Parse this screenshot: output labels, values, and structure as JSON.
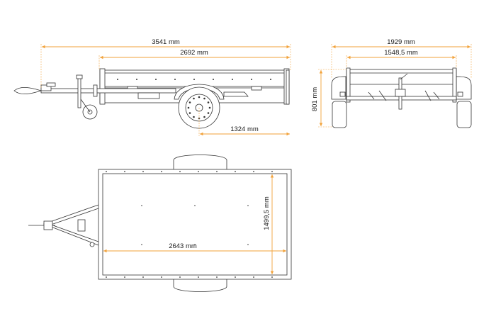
{
  "colors": {
    "dimension_line": "#f2a23a",
    "drawing_line": "#333333"
  },
  "side_view": {
    "overall_length": "3541 mm",
    "body_length": "2692 mm",
    "axle_to_rear": "1324 mm"
  },
  "rear_view": {
    "overall_width": "1929 mm",
    "body_width": "1548,5 mm",
    "height": "801 mm"
  },
  "top_view": {
    "inner_length": "2643 mm",
    "inner_width": "1499,5 mm"
  }
}
